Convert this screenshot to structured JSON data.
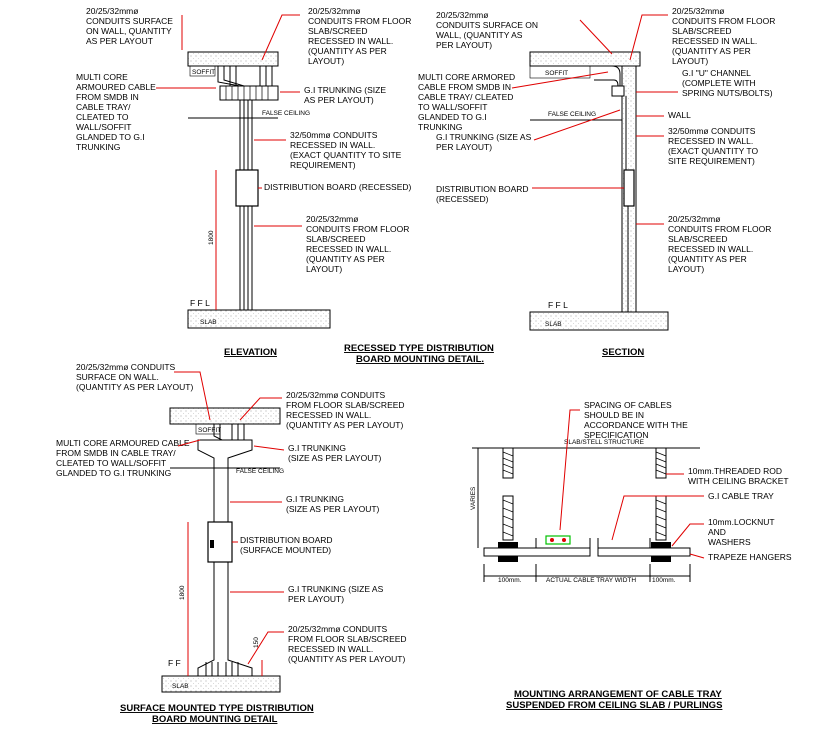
{
  "elevation": {
    "top_conduits": [
      "20/25/32mmø",
      "CONDUITS SURFACE",
      "ON WALL, QUANTITY",
      "AS PER LAYOUT"
    ],
    "floor_conduits": [
      "20/25/32mmø",
      "CONDUITS FROM FLOOR",
      "SLAB/SCREED",
      "RECESSED IN WALL.",
      "(QUANTITY AS PER",
      "LAYOUT)"
    ],
    "cable": [
      "MULTI CORE",
      "ARMOURED CABLE",
      "FROM SMDB IN",
      "CABLE TRAY/",
      "CLEATED TO",
      "WALL/SOFFIT",
      "GLANDED TO G.I",
      "TRUNKING"
    ],
    "trunking": [
      "G.I TRUNKING (SIZE",
      "AS PER LAYOUT)"
    ],
    "false_ceiling": "FALSE CEILING",
    "wall_conduits": [
      "32/50mmø CONDUITS",
      "RECESSED IN WALL.",
      "(EXACT QUANTITY TO SITE",
      "REQUIREMENT)"
    ],
    "db": "DISTRIBUTION BOARD (RECESSED)",
    "bottom_conduits": [
      "20/25/32mmø",
      "CONDUITS FROM FLOOR",
      "SLAB/SCREED",
      "RECESSED IN WALL.",
      "(QUANTITY AS PER",
      "LAYOUT)"
    ],
    "soffit": "SOFFIT",
    "slab": "SLAB",
    "ffl": "F F L",
    "dim": "1800",
    "title": "ELEVATION"
  },
  "section": {
    "top_conduits": [
      "20/25/32mmø",
      "CONDUITS SURFACE ON",
      "WALL, (QUANTITY AS",
      "PER LAYOUT)"
    ],
    "floor_conduits": [
      "20/25/32mmø",
      "CONDUITS FROM FLOOR",
      "SLAB/SCREED",
      "RECESSED IN WALL.",
      "(QUANTITY AS PER",
      "LAYOUT)"
    ],
    "cable": [
      "MULTI CORE ARMORED",
      "CABLE   FROM SMDB IN",
      "CABLE TRAY/ CLEATED",
      "TO WALL/SOFFIT",
      "GLANDED TO G.I",
      "TRUNKING"
    ],
    "channel": [
      "G.I \"U\" CHANNEL",
      "(COMPLETE WITH",
      "SPRING NUTS/BOLTS)"
    ],
    "false_ceiling": "FALSE CEILING",
    "trunking": [
      "G.I TRUNKING (SIZE AS",
      "PER LAYOUT)"
    ],
    "wall": "WALL",
    "wall_conduits": [
      "32/50mmø CONDUITS",
      "RECESSED IN WALL.",
      "(EXACT QUANTITY TO",
      "SITE REQUIREMENT)"
    ],
    "db": [
      "DISTRIBUTION BOARD",
      "(RECESSED)"
    ],
    "bottom_conduits": [
      "20/25/32mmø",
      "CONDUITS FROM FLOOR",
      "SLAB/SCREED",
      "RECESSED IN WALL.",
      "(QUANTITY AS PER",
      "LAYOUT)"
    ],
    "soffit": "SOFFIT",
    "slab": "SLAB",
    "ffl": "F F L",
    "title": "SECTION"
  },
  "recessed_title": [
    "RECESSED TYPE DISTRIBUTION",
    "BOARD MOUNTING DETAIL."
  ],
  "surface": {
    "top_conduits": [
      "20/25/32mmø CONDUITS",
      "SURFACE ON WALL.",
      "(QUANTITY AS PER LAYOUT)"
    ],
    "floor_conduits": [
      "20/25/32mmø CONDUITS",
      "FROM FLOOR SLAB/SCREED",
      "RECESSED IN WALL.",
      "(QUANTITY AS PER LAYOUT)"
    ],
    "cable": [
      "MULTI CORE ARMOURED CABLE",
      "FROM SMDB IN CABLE TRAY/",
      "CLEATED TO WALL/SOFFIT",
      "GLANDED TO G.I TRUNKING"
    ],
    "trunking1": [
      "G.I TRUNKING",
      "(SIZE AS PER LAYOUT)"
    ],
    "false_ceiling": "FALSE CEILING",
    "trunking2": [
      "G.I TRUNKING",
      "(SIZE AS PER LAYOUT)"
    ],
    "db": [
      "DISTRIBUTION BOARD",
      "(SURFACE MOUNTED)"
    ],
    "trunking3": [
      "G.I TRUNKING (SIZE AS",
      "PER LAYOUT)"
    ],
    "bottom_conduits": [
      "20/25/32mmø CONDUITS",
      "FROM FLOOR SLAB/SCREED",
      "RECESSED IN WALL.",
      "(QUANTITY AS PER LAYOUT)"
    ],
    "soffit": "SOFFIT",
    "slab": "SLAB",
    "ffl": "F F",
    "dim": "1800",
    "dim2": "150",
    "title": [
      "SURFACE MOUNTED TYPE DISTRIBUTION",
      "BOARD MOUNTING DETAIL"
    ]
  },
  "tray": {
    "spacing": [
      "SPACING OF CABLES",
      "SHOULD BE IN",
      "ACCORDANCE WITH THE",
      "SPECIFICATION"
    ],
    "slab": "SLAB/STELL STRUCTURE",
    "rod": [
      "10mm.THREADED ROD",
      "WITH CEILING BRACKET"
    ],
    "tray": "G.I CABLE TRAY",
    "locknut": [
      "10mm.LOCKNUT",
      "AND",
      "WASHERS"
    ],
    "hangers": "TRAPEZE HANGERS",
    "varies": "VARIES",
    "dim_left": "100mm.",
    "dim_mid": "ACTUAL CABLE TRAY WIDTH",
    "dim_right": "100mm.",
    "title": [
      "MOUNTING ARRANGEMENT OF CABLE TRAY",
      "SUSPENDED FROM CEILING SLAB / PURLINGS"
    ]
  },
  "colors": {
    "leader": "#e00000",
    "accent": "#00c000"
  }
}
